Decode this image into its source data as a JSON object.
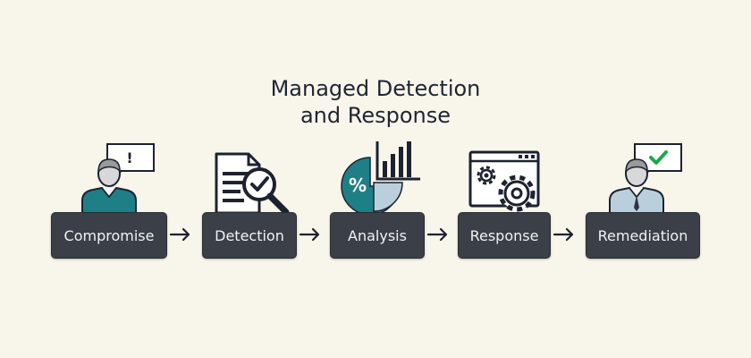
{
  "title": {
    "line1": "Managed Detection",
    "line2": "and Response"
  },
  "stages": [
    {
      "label": "Compromise",
      "icon": "person-alert-icon"
    },
    {
      "label": "Detection",
      "icon": "document-magnifier-icon"
    },
    {
      "label": "Analysis",
      "icon": "percent-chart-icon"
    },
    {
      "label": "Response",
      "icon": "window-gears-icon"
    },
    {
      "label": "Remediation",
      "icon": "person-check-icon"
    }
  ],
  "icons": {
    "alert_bubble_text": "!",
    "percent_symbol": "%"
  },
  "colors": {
    "background": "#f8f5ea",
    "box": "#3b3f47",
    "teal": "#1f7f86",
    "green_check": "#1ea84b",
    "light_blue": "#b9cfdc"
  }
}
